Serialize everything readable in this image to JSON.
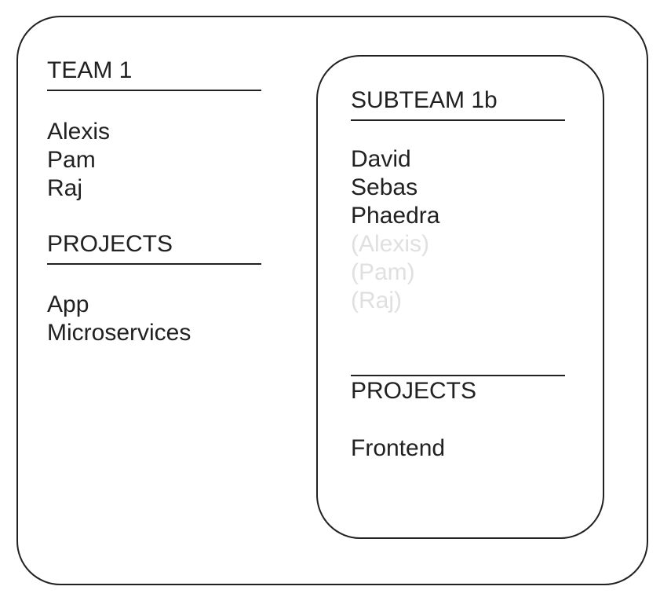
{
  "colors": {
    "ink": "#212121",
    "faded": "#e0e0e0",
    "background": "#ffffff"
  },
  "team": {
    "title": "TEAM 1",
    "members": [
      "Alexis",
      "Pam",
      "Raj"
    ],
    "projects_heading": "PROJECTS",
    "projects": [
      "App",
      "Microservices"
    ]
  },
  "subteam": {
    "title": "SUBTEAM 1b",
    "members": [
      "David",
      "Sebas",
      "Phaedra"
    ],
    "inherited_members": [
      "(Alexis)",
      "(Pam)",
      "(Raj)"
    ],
    "projects_heading": "PROJECTS",
    "projects": [
      "Frontend"
    ]
  }
}
